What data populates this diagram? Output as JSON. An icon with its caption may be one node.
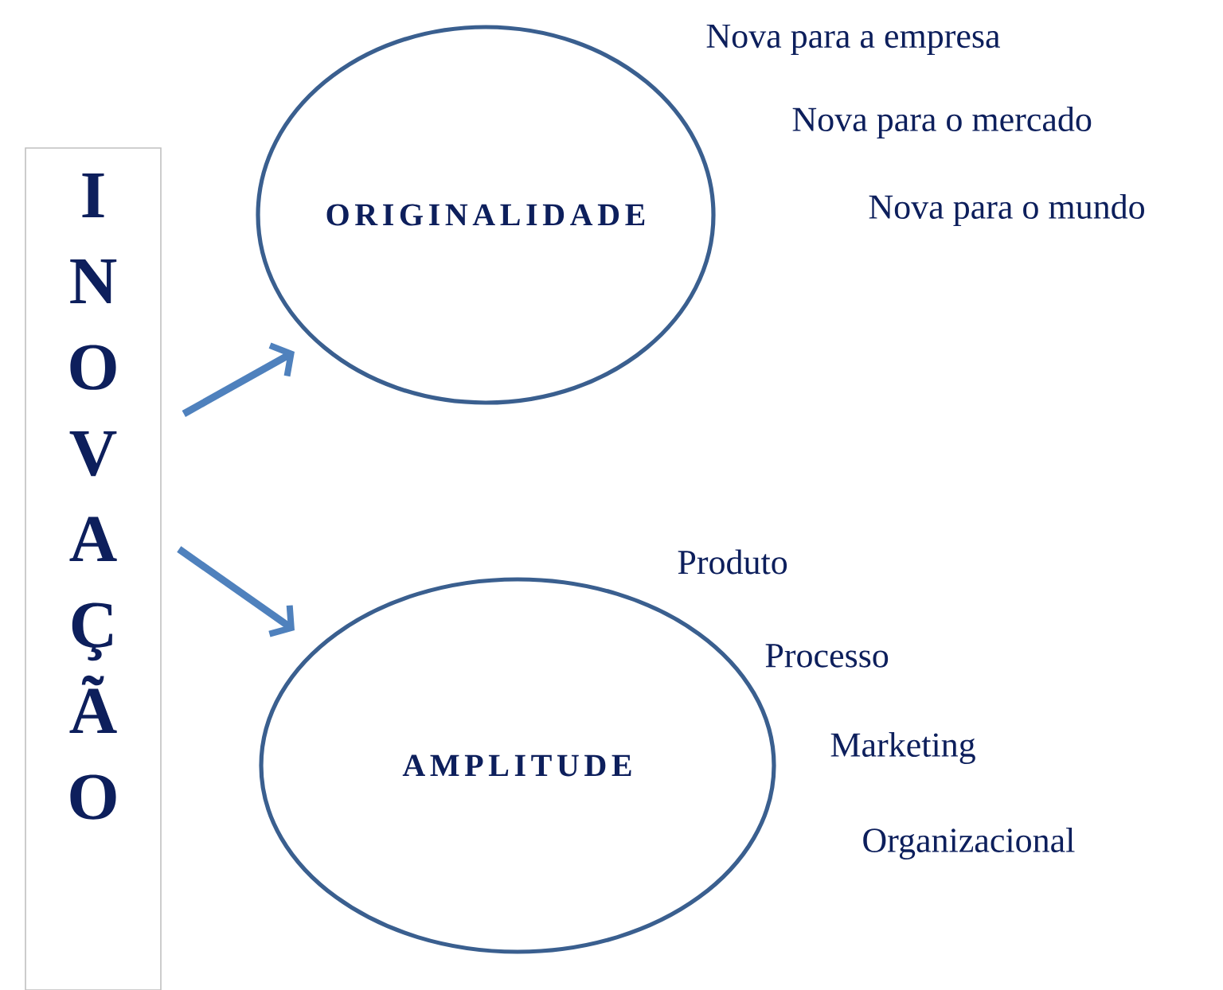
{
  "diagram": {
    "nodes": [
      {
        "text": [
          "INOVAÇÃO"
        ]
      },
      {
        "text": [
          "ORIGINALIDADE"
        ],
        "beside": [
          "Nova para a empresa",
          "Nova para o mercado",
          "Nova para o mundo"
        ]
      },
      {
        "text": [
          "AMPLITUDE"
        ],
        "beside": [
          "Produto",
          "Processo",
          "Marketing",
          "Organizacional"
        ]
      }
    ],
    "edges": [
      {
        "from": 0,
        "to": 1,
        "arrow": "to"
      },
      {
        "from": 0,
        "to": 2,
        "arrow": "to"
      }
    ]
  }
}
